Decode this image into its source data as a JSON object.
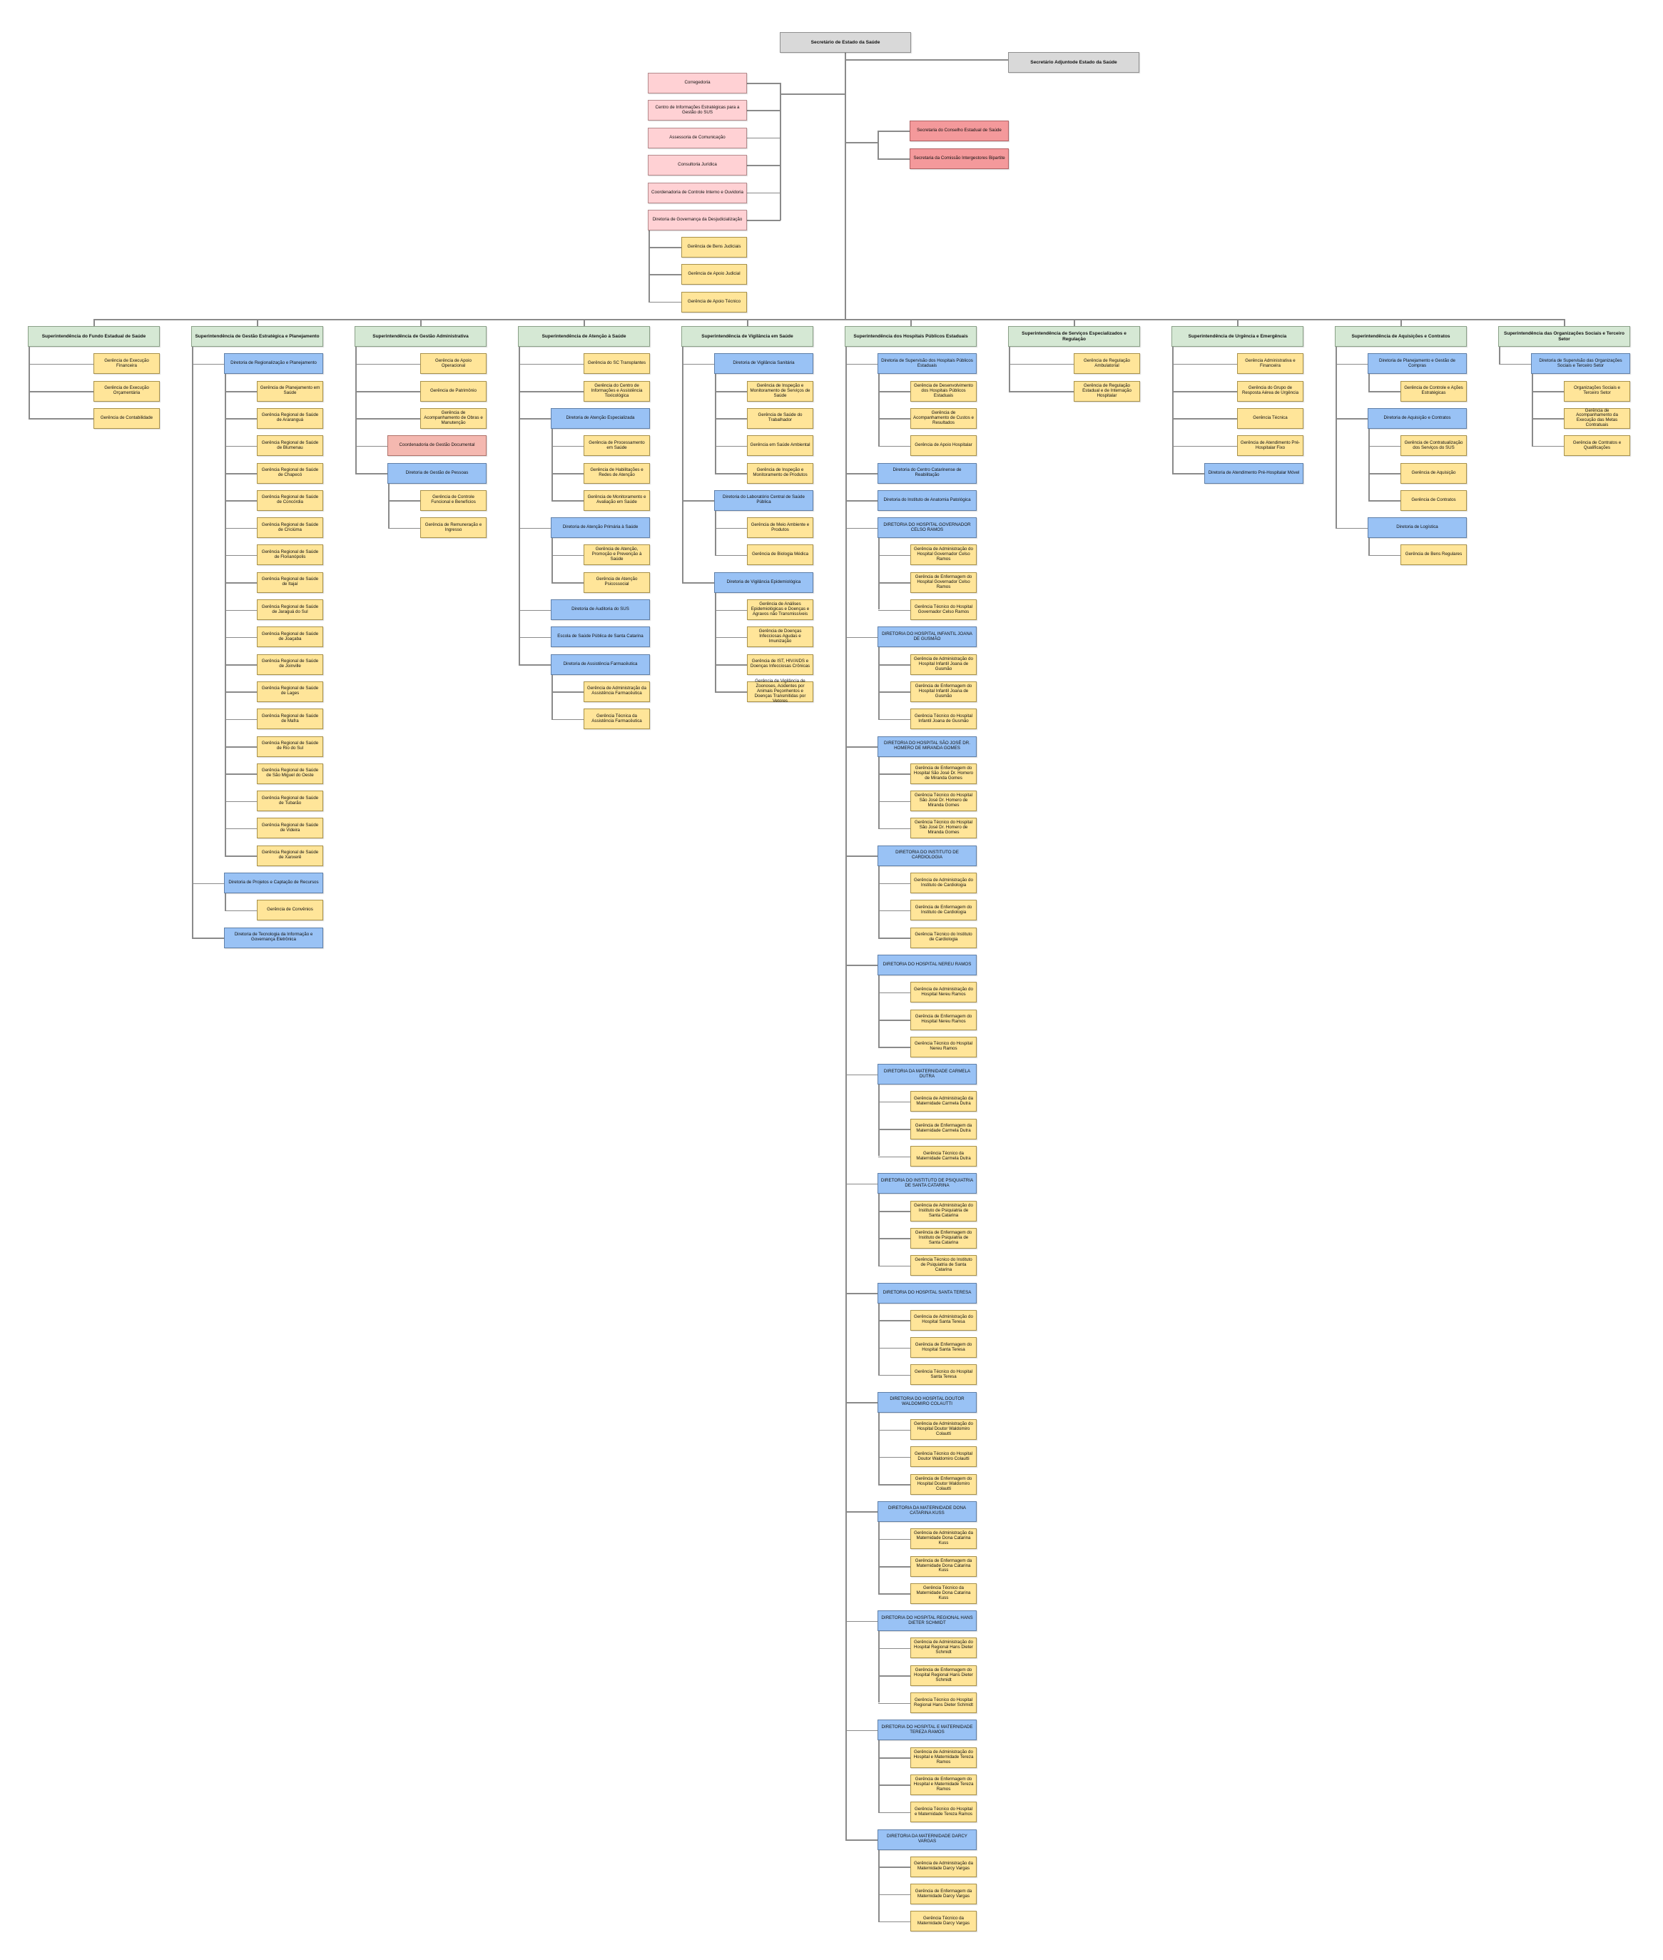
{
  "colors": {
    "executive": "#d9d9d9",
    "staff": "#ffd1d4",
    "council": "#f4999b",
    "superintendencia": "#d5e8d4",
    "diretoria": "#99c2f5",
    "gerencia": "#ffe599",
    "coordenadoria": "#f4b8b0"
  },
  "secretario": "Secretário de Estado da Saúde",
  "adjunto": "Secretário Adjuntode Estado da Saúde",
  "staff": [
    "Corregedoria",
    "Centro de Informações Estratégicas para a Gestão do SUS",
    "Assessoria de Comunicação",
    "Consultoria Jurídica",
    "Coordenadoria de Controle Interno e Ouvidoria",
    "Diretoria de Governança da Desjudicialização"
  ],
  "desjudicializacao_children": [
    "Gerência de Bens Judiciais",
    "Gerência de Apoio Judicial",
    "Gerência de Apoio Técnico"
  ],
  "councils": [
    "Secretaria do Conselho Estadual de Saúde",
    "Secretaria da Comissão Intergestores Bipartite"
  ],
  "superintendencias": [
    {
      "label": "Superintendência do Fundo Estadual de Saúde",
      "children": [
        {
          "kind": "gerencia",
          "label": "Gerência de Execução Financeira"
        },
        {
          "kind": "gerencia",
          "label": "Gerência de Execução Orçamentária"
        },
        {
          "kind": "gerencia",
          "label": "Gerência de Contabilidade"
        }
      ]
    },
    {
      "label": "Superintendência de Gestão Estratégica e Planejamento",
      "children": [
        {
          "kind": "diretoria",
          "label": "Diretoria de Regionalização e Planejamento",
          "children": [
            {
              "label": "Gerência de Planejamento em Saúde"
            },
            {
              "label": "Gerência Regional de Saúde de Araranguá"
            },
            {
              "label": "Gerência Regional de Saúde de Blumenau"
            },
            {
              "label": "Gerência Regional de Saúde de Chapecó"
            },
            {
              "label": "Gerência Regional de Saúde de Concórdia"
            },
            {
              "label": "Gerência Regional de Saúde de Criciúma"
            },
            {
              "label": "Gerência Regional de Saúde de Florianópolis"
            },
            {
              "label": "Gerência Regional de Saúde de Itajaí"
            },
            {
              "label": "Gerência Regional de Saúde de Jaraguá do Sul"
            },
            {
              "label": "Gerência Regional de Saúde de Joaçaba"
            },
            {
              "label": "Gerência Regional de Saúde de Joinville"
            },
            {
              "label": "Gerência Regional de Saúde de Lages"
            },
            {
              "label": "Gerência Regional de Saúde de Mafra"
            },
            {
              "label": "Gerência Regional de Saúde de Rio do Sul"
            },
            {
              "label": "Gerência Regional de Saúde de São Miguel do Oeste"
            },
            {
              "label": "Gerência Regional de Saúde de Tubarão"
            },
            {
              "label": "Gerência Regional de Saúde de Videira"
            },
            {
              "label": "Gerência Regional de Saúde de Xanxerê"
            }
          ]
        },
        {
          "kind": "diretoria",
          "label": "Diretoria de Projetos e Captação de Recursos",
          "children": [
            {
              "label": "Gerência de Convênios"
            }
          ]
        },
        {
          "kind": "diretoria",
          "label": "Diretoria de Tecnologia da Informação e Governança Eletrônica"
        }
      ]
    },
    {
      "label": "Superintendência de Gestão Administrativa",
      "children": [
        {
          "kind": "gerencia",
          "label": "Gerência de Apoio Operacional"
        },
        {
          "kind": "gerencia",
          "label": "Gerência de Patrimônio"
        },
        {
          "kind": "gerencia",
          "label": "Gerência de Acompanhamento de Obras e Manutenção"
        },
        {
          "kind": "coordenadoria",
          "label": "Coordenadoria de Gestão Documental"
        },
        {
          "kind": "diretoria",
          "label": "Diretoria de Gestão de Pessoas",
          "children": [
            {
              "label": "Gerência de Controle Funcional e Benefícios"
            },
            {
              "label": "Gerência de Remuneração e Ingresso"
            }
          ]
        }
      ]
    },
    {
      "label": "Superintendência de Atenção à Saúde",
      "children": [
        {
          "kind": "gerencia",
          "label": "Gerência do SC Transplantes"
        },
        {
          "kind": "gerencia",
          "label": "Gerência do Centro de Informações e Assistência Toxicológica"
        },
        {
          "kind": "diretoria",
          "label": "Diretoria de Atenção Especializada",
          "children": [
            {
              "label": "Gerência de Processamento em Saúde"
            },
            {
              "label": "Gerência de Habilitações e Redes de Atenção"
            },
            {
              "label": "Gerência de Monitoramento e Avaliação em Saúde"
            }
          ]
        },
        {
          "kind": "diretoria",
          "label": "Diretoria de Atenção Primária à Saúde",
          "children": [
            {
              "label": "Gerência de Atenção, Promoção e Prevenção à Saúde"
            },
            {
              "label": "Gerência de Atenção Psicossocial"
            }
          ]
        },
        {
          "kind": "diretoria",
          "label": "Diretoria de Auditoria do SUS"
        },
        {
          "kind": "diretoria",
          "label": "Escola de Saúde Pública de Santa Catarina"
        },
        {
          "kind": "diretoria",
          "label": "Diretoria de Assistência Farmacêutica",
          "children": [
            {
              "label": "Gerência de Administração da Assistência Farmacêutica"
            },
            {
              "label": "Gerência Técnica da Assistência Farmacêutica"
            }
          ]
        }
      ]
    },
    {
      "label": "Superintendência de Vigilância em Saúde",
      "children": [
        {
          "kind": "diretoria",
          "label": "Diretoria de Vigilância Sanitária",
          "children": [
            {
              "label": "Gerência de Inspeção e Monitoramento de Serviços de Saúde"
            },
            {
              "label": "Gerência de Saúde do Trabalhador"
            },
            {
              "label": "Gerência em Saúde Ambiental"
            },
            {
              "label": "Gerência de Inspeção e Monitoramento de Produtos"
            }
          ]
        },
        {
          "kind": "diretoria",
          "label": "Diretoria do Laboratório Central de Saúde Pública",
          "children": [
            {
              "label": "Gerência de Meio Ambiente e Produtos"
            },
            {
              "label": "Gerência de Biologia Médica"
            }
          ]
        },
        {
          "kind": "diretoria",
          "label": "Diretoria de Vigilância Epidemiológica",
          "children": [
            {
              "label": "Gerência de Análises Epidemiológicas e Doenças e Agravos não Transmissíveis"
            },
            {
              "label": "Gerência de Doenças Infecciosas Agudas e Imunização"
            },
            {
              "label": "Gerência de IST, HIV/AIDS e Doenças Infecciosas Crônicas"
            },
            {
              "label": "Gerência de Vigilância de Zoonoses, Acidentes por Animais Peçonhentos e Doenças Transmitidas por Vetores"
            }
          ]
        }
      ]
    },
    {
      "label": "Superintendência dos Hospitais Públicos Estaduais",
      "children": [
        {
          "kind": "diretoria",
          "label": "Diretoria de Supervisão dos Hospitais Públicos Estaduais",
          "children": [
            {
              "label": "Gerência de Desenvolvimento dos Hospitais Públicos Estaduais"
            },
            {
              "label": "Gerência de Acompanhamento de Custos e Resultados"
            },
            {
              "label": "Gerência de Apoio Hospitalar"
            }
          ]
        },
        {
          "kind": "diretoria",
          "label": "Diretoria do Centro Catarinense de Reabilitação"
        },
        {
          "kind": "diretoria",
          "label": "Diretoria do Instituto de Anatomia Patológica"
        },
        {
          "kind": "diretoria",
          "label": "DIRETORIA DO HOSPITAL GOVERNADOR CELSO RAMOS",
          "children": [
            {
              "label": "Gerência de Administração do Hospital Governador Celso Ramos"
            },
            {
              "label": "Gerência de Enfermagem do Hospital Governador Celso Ramos"
            },
            {
              "label": "Gerência Técnico do Hospital Governador Celso Ramos"
            }
          ]
        },
        {
          "kind": "diretoria",
          "label": "DIRETORIA DO HOSPITAL INFANTIL JOANA DE GUSMÃO",
          "children": [
            {
              "label": "Gerência de Administração do Hospital Infantil Joana de Gusmão"
            },
            {
              "label": "Gerência de Enfermagem do Hospital Infantil Joana de Gusmão"
            },
            {
              "label": "Gerência Técnico do Hospital Infantil Joana de Gusmão"
            }
          ]
        },
        {
          "kind": "diretoria",
          "label": "DIRETORIA DO HOSPITAL SÃO JOSÉ DR. HOMERO DE MIRANDA GOMES",
          "children": [
            {
              "label": "Gerência de Enfermagem do Hospital São José Dr. Homero de Miranda Gomes"
            },
            {
              "label": "Gerência Técnico do Hospital São José Dr. Homero de Miranda Gomes"
            },
            {
              "label": "Gerência Técnico do Hospital São José Dr. Homero de Miranda Gomes"
            }
          ]
        },
        {
          "kind": "diretoria",
          "label": "DIRETORIA DO INSTITUTO DE CARDIOLOGIA",
          "children": [
            {
              "label": "Gerência de Administração do Instituto de Cardiologia"
            },
            {
              "label": "Gerência de Enfermagem do Instituto de Cardiologia"
            },
            {
              "label": "Gerência Técnico do Instituto de Cardiologia"
            }
          ]
        },
        {
          "kind": "diretoria",
          "label": "DIRETORIA DO HOSPITAL NEREU RAMOS",
          "children": [
            {
              "label": "Gerência de Administração do Hospital Nereu Ramos"
            },
            {
              "label": "Gerência de Enfermagem do Hospital Nereu Ramos"
            },
            {
              "label": "Gerência Técnico do Hospital Nereu Ramos"
            }
          ]
        },
        {
          "kind": "diretoria",
          "label": "DIRETORIA DA MATERNIDADE CARMELA DUTRA",
          "children": [
            {
              "label": "Gerência de Administração da Maternidade Carmela Dutra"
            },
            {
              "label": "Gerência de Enfermagem da Maternidade Carmela Dutra"
            },
            {
              "label": "Gerência Técnico da Maternidade Carmela Dutra"
            }
          ]
        },
        {
          "kind": "diretoria",
          "label": "DIRETORIA DO INSTITUTO DE PSIQUIATRIA DE SANTA CATARINA",
          "children": [
            {
              "label": "Gerência de Administração do Instituto de Psiquiatria de Santa Catarina"
            },
            {
              "label": "Gerência de Enfermagem do Instituto de Psiquiatria de Santa Catarina"
            },
            {
              "label": "Gerência Técnico do Instituto de Psiquiatria de Santa Catarina"
            }
          ]
        },
        {
          "kind": "diretoria",
          "label": "DIRETORIA DO HOSPITAL SANTA TERESA",
          "children": [
            {
              "label": "Gerência de Administração do Hospital Santa Teresa"
            },
            {
              "label": "Gerência de Enfermagem do Hospital Santa Teresa"
            },
            {
              "label": "Gerência Técnico do Hospital Santa Teresa"
            }
          ]
        },
        {
          "kind": "diretoria",
          "label": "DIRETORIA DO HOSPITAL DOUTOR WALDOMIRO COLAUTTI",
          "children": [
            {
              "label": "Gerência de Administração do Hospital Doutor Waldomiro Colautti"
            },
            {
              "label": "Gerência Técnico do Hospital Doutor Waldomiro Colautti"
            },
            {
              "label": "Gerência de Enfermagem do Hospital Doutor Waldomiro Colautti"
            }
          ]
        },
        {
          "kind": "diretoria",
          "label": "DIRETORIA DA MATERNIDADE DONA CATARINA KUSS",
          "children": [
            {
              "label": "Gerência de Administração da Maternidade Dona Catarina Kuss"
            },
            {
              "label": "Gerência de Enfermagem da Maternidade Dona Catarina Kuss"
            },
            {
              "label": "Gerência Técnico da Maternidade Dona Catarina Kuss"
            }
          ]
        },
        {
          "kind": "diretoria",
          "label": "DIRETORIA DO HOSPITAL REGIONAL HANS DIETER SCHMIDT",
          "children": [
            {
              "label": "Gerência de Administração do Hospital Regional Hans Dieter Schmidt"
            },
            {
              "label": "Gerência de Enfermagem do Hospital Regional Hans Dieter Schmidt"
            },
            {
              "label": "Gerência Técnico do Hospital Regional Hans Dieter Schmidt"
            }
          ]
        },
        {
          "kind": "diretoria",
          "label": "DIRETORIA DO HOSPITAL E MATERNIDADE TEREZA RAMOS",
          "children": [
            {
              "label": "Gerência de Administração do Hospital e Maternidade Tereza Ramos"
            },
            {
              "label": "Gerência de Enfermagem do Hospital e Maternidade Tereza Ramos"
            },
            {
              "label": "Gerência Técnico do Hospital e Maternidade Tereza Ramos"
            }
          ]
        },
        {
          "kind": "diretoria",
          "label": "DIRETORIA DA MATERNIDADE DARCY VARGAS",
          "children": [
            {
              "label": "Gerência de Administração da Maternidade Darcy Vargas"
            },
            {
              "label": "Gerência de Enfermagem da Maternidade Darcy Vargas"
            },
            {
              "label": "Gerência Técnico da Maternidade Darcy Vargas"
            }
          ]
        }
      ]
    },
    {
      "label": "Superintendência de Serviços Especializados e Regulação",
      "children": [
        {
          "kind": "gerencia",
          "label": "Gerência de Regulação Ambulatorial"
        },
        {
          "kind": "gerencia",
          "label": "Gerência de Regulação Estadual e de Internação Hospitalar"
        }
      ]
    },
    {
      "label": "Superintendência de Urgência e Emergência",
      "children": [
        {
          "kind": "gerencia",
          "label": "Gerência Administrativa e Financeira"
        },
        {
          "kind": "gerencia",
          "label": "Gerência do Grupo de Resposta Aérea de Urgência"
        },
        {
          "kind": "gerencia",
          "label": "Gerência Técnica"
        },
        {
          "kind": "gerencia",
          "label": "Gerência de Atendimento Pré-Hospitalar Fixo"
        },
        {
          "kind": "diretoria",
          "label": "Diretoria de Atendimento Pré-Hospitalar Móvel"
        }
      ]
    },
    {
      "label": "Superintendência de Aquisições e Contratos",
      "children": [
        {
          "kind": "diretoria",
          "label": "Diretoria de Planejamento e Gestão de Compras",
          "children": [
            {
              "label": "Gerência de Controle e Ações Estratégicas"
            }
          ]
        },
        {
          "kind": "diretoria",
          "label": "Diretoria de Aquisição e Contratos",
          "children": [
            {
              "label": "Gerência de Contratualização dos Serviços do SUS"
            },
            {
              "label": "Gerência de Aquisição"
            },
            {
              "label": "Gerência de Contratos"
            }
          ]
        },
        {
          "kind": "diretoria",
          "label": "Diretoria de Logística",
          "children": [
            {
              "label": "Gerência de Bens Regulares"
            }
          ]
        }
      ]
    },
    {
      "label": "Superintendência das Organizações Sociais e Terceiro Setor",
      "children": [
        {
          "kind": "diretoria",
          "label": "Diretoria de Supervisão das Organizações Sociais e Terceiro Setor",
          "children": [
            {
              "label": "Organizações Sociais e Terceiro Setor"
            },
            {
              "label": "Gerência de Acompanhamento da Execução das Metas Contratuais"
            },
            {
              "label": "Gerência de Contratos e Qualificações"
            }
          ]
        }
      ]
    }
  ]
}
